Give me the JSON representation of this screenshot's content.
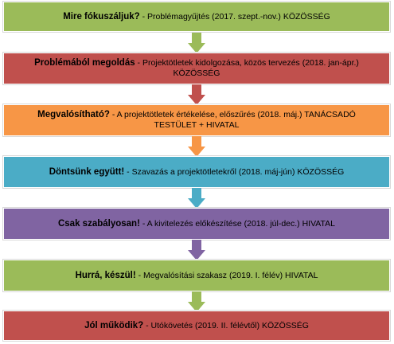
{
  "steps": [
    {
      "title": "Mire fókuszáljuk?",
      "text": " - Problémagyűjtés (2017. szept.-nov.) KÖZÖSSÉG",
      "color": "#9bbb59"
    },
    {
      "title": "Problémából megoldás",
      "text": " - Projektötletek kidolgozása, közös tervezés (2018. jan-ápr.) KÖZÖSSÉG",
      "color": "#c0504d"
    },
    {
      "title": "Megvalósítható?",
      "text": " - A projektötletek értékelése, előszűrés (2018. máj.) TANÁCSADÓ TESTÜLET + HIVATAL",
      "color": "#f79646"
    },
    {
      "title": "Döntsünk együtt!",
      "text": " - Szavazás a projektötletekről (2018. máj-jún) KÖZÖSSÉG",
      "color": "#4bacc6"
    },
    {
      "title": "Csak szabályosan!",
      "text": " - A kivitelezés előkészítése (2018. júl-dec.) HIVATAL",
      "color": "#8064a2"
    },
    {
      "title": "Hurrá, készül!",
      "text": " - Megvalósítási szakasz (2019. I. félév) HIVATAL",
      "color": "#9bbb59"
    },
    {
      "title": "Jól működik?",
      "text": " - Utókövetés (2019. II. félévtől) KÖZÖSSÉG",
      "color": "#c0504d"
    }
  ],
  "arrows": [
    {
      "color": "#9bbb59"
    },
    {
      "color": "#c0504d"
    },
    {
      "color": "#f79646"
    },
    {
      "color": "#4bacc6"
    },
    {
      "color": "#8064a2"
    },
    {
      "color": "#9bbb59"
    }
  ]
}
